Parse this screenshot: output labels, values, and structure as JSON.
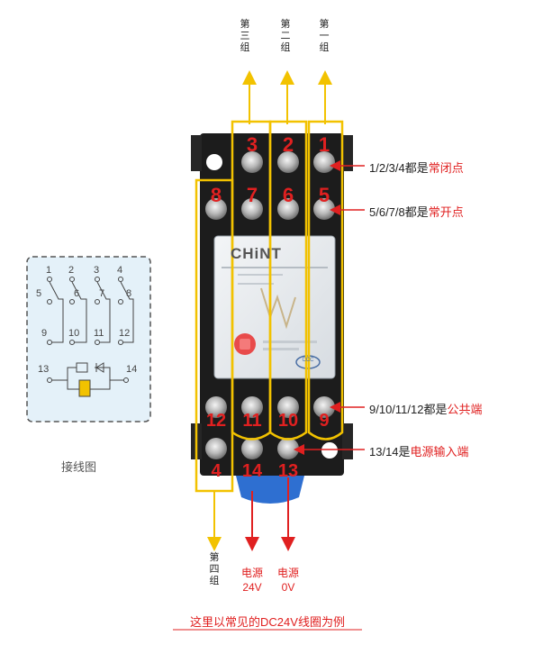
{
  "colors": {
    "yellow": "#f2c200",
    "red": "#e02020",
    "relay_body": "#1c1c1c",
    "cover": "#e9ecef",
    "schematic_bg": "#e4f1f9",
    "base_blue": "#2e6fd1"
  },
  "groups": {
    "third": "第三组",
    "second": "第二组",
    "first": "第一组",
    "fourth": "第四组"
  },
  "terminals": {
    "top_row": [
      "3",
      "2",
      "1"
    ],
    "second_row": [
      "8",
      "7",
      "6",
      "5"
    ],
    "lower_row": [
      "12",
      "11",
      "10",
      "9"
    ],
    "bottom_row": [
      "4",
      "14",
      "13"
    ]
  },
  "relay": {
    "brand": "CHiNT",
    "cert_mark": "CCC"
  },
  "notes": {
    "nc_prefix": "1/2/3/4都是",
    "nc_highlight": "常闭点",
    "no_prefix": "5/6/7/8都是",
    "no_highlight": "常开点",
    "com_prefix": "9/10/11/12都是",
    "com_highlight": "公共端",
    "pwr_prefix": "13/14是",
    "pwr_highlight": "电源输入端"
  },
  "power": {
    "left_label": "电源",
    "left_value": "24V",
    "right_label": "电源",
    "right_value": "0V"
  },
  "schematic": {
    "caption": "接线图",
    "row1": [
      "1",
      "2",
      "3",
      "4"
    ],
    "row2": [
      "5",
      "6",
      "7",
      "8"
    ],
    "row3": [
      "9",
      "10",
      "11",
      "12"
    ],
    "coil": [
      "13",
      "14"
    ]
  },
  "footer": "这里以常见的DC24V线圈为例"
}
